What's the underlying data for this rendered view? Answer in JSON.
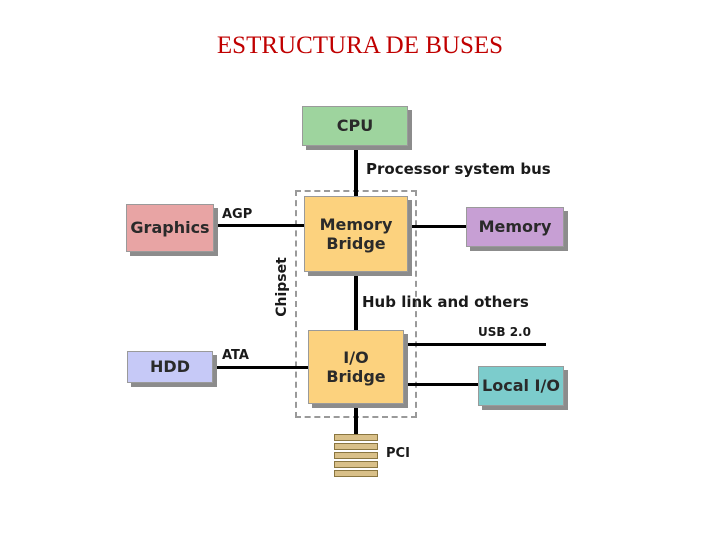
{
  "title": "ESTRUCTURA DE BUSES",
  "colors": {
    "title": "#c00000",
    "cpu": "#9ed49e",
    "memory_bridge": "#fcd27e",
    "io_bridge": "#fcd27e",
    "graphics": "#e8a4a4",
    "memory": "#c79fd4",
    "hdd": "#c6c9f7",
    "local_io": "#7ccccc",
    "pci_connector": "#d9c089",
    "chipset_border": "#9a9a9a"
  },
  "boxes": {
    "cpu": "CPU",
    "memory_bridge": "Memory\nBridge",
    "io_bridge": "I/O\nBridge",
    "graphics": "Graphics",
    "memory": "Memory",
    "hdd": "HDD",
    "local_io": "Local I/O"
  },
  "labels": {
    "processor_bus": "Processor system bus",
    "agp": "AGP",
    "chipset": "Chipset",
    "hub_link": "Hub link and others",
    "usb": "USB 2.0",
    "ata": "ATA",
    "pci": "PCI"
  }
}
